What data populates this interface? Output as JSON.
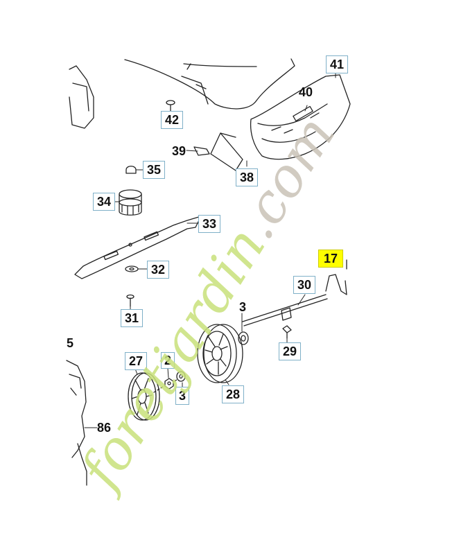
{
  "diagram": {
    "labels": [
      {
        "id": "41",
        "text": "41"
      },
      {
        "id": "40",
        "text": "40"
      },
      {
        "id": "42",
        "text": "42"
      },
      {
        "id": "39",
        "text": "39"
      },
      {
        "id": "38",
        "text": "38"
      },
      {
        "id": "35",
        "text": "35"
      },
      {
        "id": "34",
        "text": "34"
      },
      {
        "id": "33",
        "text": "33"
      },
      {
        "id": "32",
        "text": "32"
      },
      {
        "id": "31",
        "text": "31"
      },
      {
        "id": "17",
        "text": "17",
        "highlighted": true
      },
      {
        "id": "30",
        "text": "30"
      },
      {
        "id": "3a",
        "text": "3"
      },
      {
        "id": "29",
        "text": "29"
      },
      {
        "id": "27",
        "text": "27"
      },
      {
        "id": "2",
        "text": "2"
      },
      {
        "id": "3b",
        "text": "3"
      },
      {
        "id": "28",
        "text": "28"
      },
      {
        "id": "86",
        "text": "86"
      },
      {
        "id": "5",
        "text": "5"
      }
    ],
    "highlight_color": "#ffff00",
    "label_border_color": "#7fb0c8"
  },
  "watermark": {
    "part1": "foret",
    "part2": "jardin",
    "part3": ".com",
    "color_green": "#c8e07a",
    "color_orange": "#f2b98a",
    "color_grey": "#c9c2b6"
  }
}
